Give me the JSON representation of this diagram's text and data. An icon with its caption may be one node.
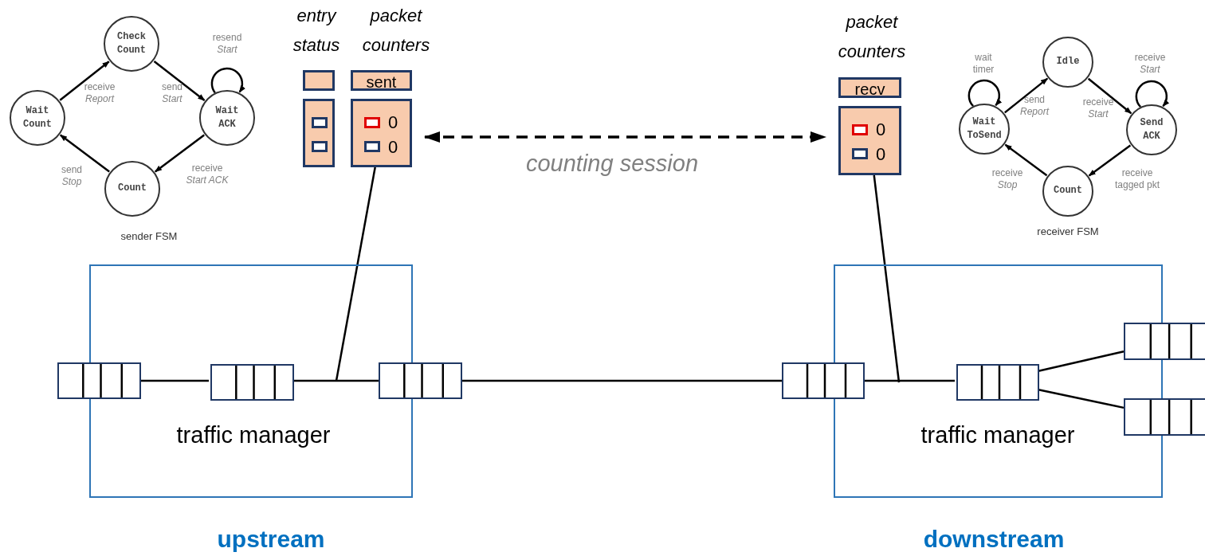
{
  "diagram": {
    "nodes": [
      {
        "text": [
          "Check Count"
        ]
      },
      {
        "text": [
          "Wait Count"
        ]
      },
      {
        "text": [
          "Wait ACK"
        ]
      },
      {
        "text": [
          "Count"
        ]
      },
      {
        "text": [
          "Idle"
        ]
      },
      {
        "text": [
          "Wait ToSend"
        ]
      },
      {
        "text": [
          "Send ACK"
        ]
      },
      {
        "text": [
          "Count"
        ]
      },
      {
        "text": [],
        "shape": "box"
      },
      {
        "text": [],
        "shape": "box"
      },
      {
        "text": [
          "sent"
        ]
      },
      {
        "text": [
          "0",
          "0"
        ]
      },
      {
        "text": [
          "recv"
        ]
      },
      {
        "text": [
          "0",
          "0"
        ]
      },
      {
        "text": [
          "traffic manager"
        ]
      },
      {
        "text": [
          "traffic manager"
        ]
      },
      {
        "text": [],
        "shape": "box"
      },
      {
        "text": [],
        "shape": "box",
        "in": 14
      },
      {
        "text": [],
        "shape": "box"
      },
      {
        "text": [],
        "shape": "box"
      },
      {
        "text": [],
        "shape": "box",
        "in": 15
      },
      {
        "text": [],
        "shape": "box"
      },
      {
        "text": [],
        "shape": "box"
      }
    ],
    "edges": [
      {
        "from": 1,
        "to": 0,
        "arrow": "to",
        "label": "receive *Report*"
      },
      {
        "from": 0,
        "to": 2,
        "arrow": "to",
        "label": "send *Start*"
      },
      {
        "from": 2,
        "to": 2,
        "arrow": "to",
        "label": "resend *Start*"
      },
      {
        "from": 2,
        "to": 3,
        "arrow": "to",
        "label": "receive *Start ACK*"
      },
      {
        "from": 3,
        "to": 1,
        "arrow": "to",
        "label": "send *Stop*"
      },
      {
        "from": 5,
        "to": 4,
        "arrow": "to",
        "label": "send *Report*"
      },
      {
        "from": 4,
        "to": 6,
        "arrow": "to",
        "label": "receive *Start*"
      },
      {
        "from": 6,
        "to": 6,
        "arrow": "to",
        "label": "receive *Start*"
      },
      {
        "from": 6,
        "to": 7,
        "arrow": "to",
        "label": "receive tagged pkt"
      },
      {
        "from": 7,
        "to": 5,
        "arrow": "to",
        "label": "receive *Stop*"
      },
      {
        "from": 5,
        "to": 5,
        "arrow": "to",
        "label": "wait timer"
      },
      {
        "from": 11,
        "to": 13,
        "arrow": "both",
        "style": "dashed"
      },
      {
        "from": 16,
        "to": 17,
        "arrow": "none"
      },
      {
        "from": 17,
        "to": 18,
        "arrow": "none"
      },
      {
        "from": 18,
        "to": 19,
        "arrow": "none"
      },
      {
        "from": 19,
        "to": 20,
        "arrow": "none"
      },
      {
        "from": 20,
        "to": 21,
        "arrow": "none"
      },
      {
        "from": 20,
        "to": 22,
        "arrow": "none"
      },
      {
        "from": 11,
        "to": null,
        "arrow": "none"
      },
      {
        "from": 13,
        "to": null,
        "arrow": "none"
      }
    ],
    "labels": [
      "entry status",
      "packet counters",
      "packet counters",
      "sender FSM",
      "receiver FSM",
      "counting session",
      "upstream",
      "downstream"
    ]
  }
}
